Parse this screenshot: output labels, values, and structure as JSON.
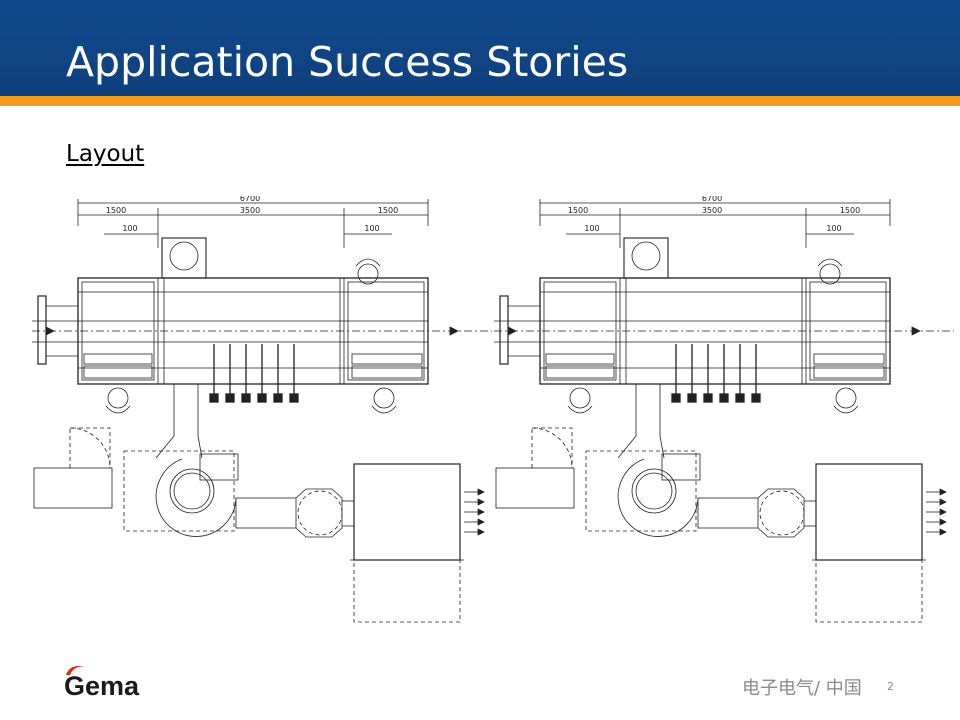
{
  "header": {
    "title": "Application Success Stories",
    "accent_color": "#f39a1e",
    "bar_color": "#114b8f"
  },
  "section": {
    "heading": "Layout"
  },
  "drawing": {
    "dimensions": {
      "overall": "6700",
      "left": "1500",
      "center": "3500",
      "right": "1500",
      "offset_left": "100",
      "offset_right": "100"
    }
  },
  "footer": {
    "brand": "Gema",
    "site": "电子电气/ 中国",
    "page": "2"
  }
}
